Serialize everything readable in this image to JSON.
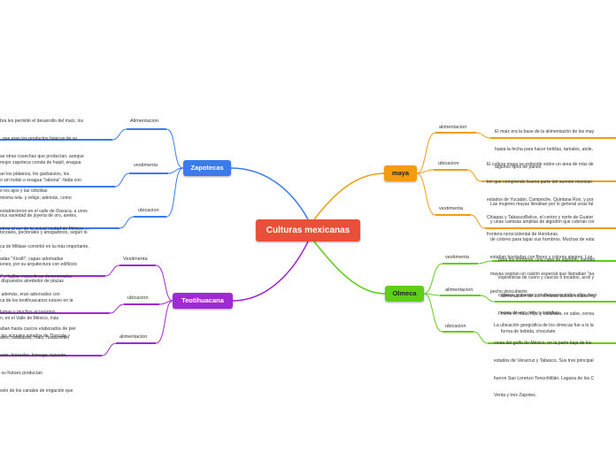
{
  "central": {
    "label": "Culturas mexicanas"
  },
  "colors": {
    "central": "#e8503a",
    "zapotecas": "#3c7bee",
    "teotihuacana": "#a02ad2",
    "maya": "#f39c12",
    "olmeca": "#5fce19"
  },
  "zapotecas": {
    "label": "Zapotecas",
    "alimentacion": {
      "label": "Alimentacion",
      "text": [
        "bra les permitió el desarrollo del maíz, los",
        ", que eran los productos básicos de su",
        "as otras cosechas que producían, aunque",
        "an los plátanos, los garbanzos, los",
        "e los ajos y las cebollas"
      ]
    },
    "vestimenta": {
      "label": "vestimenta",
      "text": [
        "mujer zapoteca consta de huipil, enagua",
        "o sin holán o enagua \"rabona\" -falda con",
        "misma tela- y refajo; además, como",
        "rica variedad de joyería de oro, aretes,",
        "torzales, pectorales y ahogadores, según lo",
        "."
      ]
    },
    "ubicacion": {
      "label": "ubicacion",
      "text": [
        "establecieron en el valle de Oaxaca, a unos",
        "etros al sur de la actual ciudad de México. ...",
        "ca de Mitlase convirtió en la más importante,",
        "iones, por su arquitectura con edificios",
        " dispuestos alrededor de plazas"
      ]
    }
  },
  "teotihuacana": {
    "label": "Teotihuacana",
    "vestimenta": {
      "label": "Vestimenta",
      "text": [
        "adas \"Xicolli\", capas adornadas",
        "i\" y fajillas masculinas denominadas",
        " además, eran adornados con",
        "lumas y muchos accesorios",
        "aban hasta cascos elaborados de piel"
      ]
    },
    "ubicacion": {
      "label": "ubicacion",
      "text": [
        "ca de los teotihuacanos estuvo en la",
        "n, en el Valle de México, más",
        " los actuales estados de Tlaxcala y",
        ""
      ]
    },
    "alimentacion": {
      "label": "alimentacion",
      "text": [
        "ates, calabazas, maíz, huauzontle,",
        "cote, huizache, biznaga, tejocote,",
        " su frutoes producían",
        "sión de los canales de irrigación que"
      ]
    }
  },
  "maya": {
    "label": "maya",
    "alimentacion": {
      "label": "alimentacion",
      "text": [
        "El maíz era la base de la alimentación de los may",
        "hasta la fecha para hacer tortillas, tamales, atole,",
        "algunos tipos de panes"
      ]
    },
    "ubicacion": {
      "label": "ubicacion",
      "text": [
        "El cultura maya se extiende sobre un área de más de",
        "km que comprende buena parte del sureste mexican",
        "estados de Yucatán, Campeche, Quintana Roo, y por",
        "Chiapas y TabascoBelice, el centro y norte de Guater",
        "frontera noroccidental de Honduras."
      ]
    },
    "vestimenta": {
      "label": "vestimenta",
      "text": [
        "Las mujeres mayas llevaban por lo general unas fal",
        "y unas camisas amplias de algodón que cubrían cor",
        "de colores para tapar sus hombros. Muchas de esta",
        "estaban bordadas con flores y colores alegres. Los",
        "mayas vestían un calzón especial que llamaban \"pa",
        "pecho descubierto"
      ]
    }
  },
  "olmeca": {
    "label": "Olmeca",
    "vestimenta": {
      "label": "vestimenta",
      "text": [
        "para los hombres, una capa de algodón, sandali",
        "espinilleras de cuero y cascos o tocados, aros y",
        "collares, pulseras y muñequeras todos ellos deco",
        "piezas de oro, jade, y conchas."
      ]
    },
    "alimentacion": {
      "label": "alimentacion",
      "text": [
        "alimentacion del los olmecas básica estaba reg",
        "como el maíz, frijol y calabaza, se sabe, consu",
        "forma de bebida, chocolate"
      ]
    },
    "ubicacion": {
      "label": "ubicacion",
      "text": [
        "La ubicación geográfica de los olmecas fue a lo la",
        "costa del golfo de México, en la parte baja de los",
        "estados de Veracruz y Tabasco. Sus tres principal",
        "fueron San Lorenzo Tenochtitlán, Laguna de los C",
        "Venta y tres Zapotes."
      ]
    }
  }
}
